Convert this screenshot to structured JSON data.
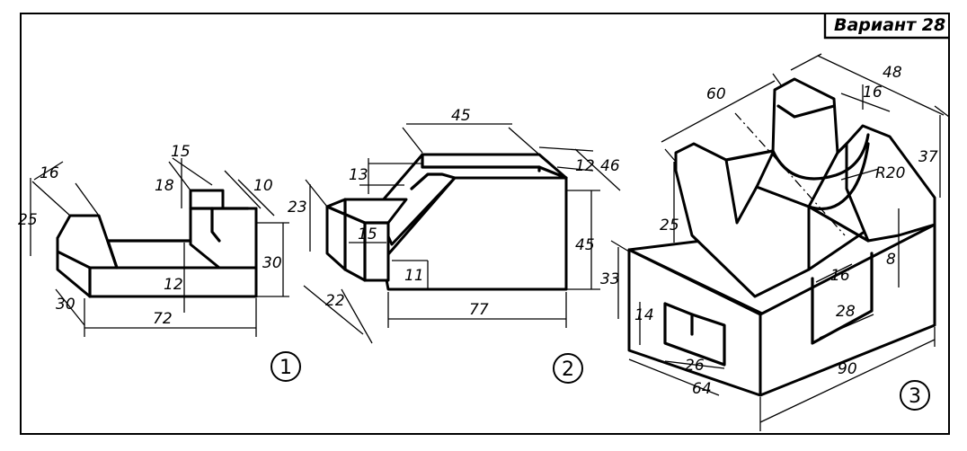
{
  "variant_label": "Вариант 28",
  "figures": [
    {
      "number": "1",
      "dimensions": {
        "d16": "16",
        "d15": "15",
        "d18": "18",
        "d10": "10",
        "d25": "25",
        "d30v": "30",
        "d12": "12",
        "d30d": "30",
        "d72": "72"
      }
    },
    {
      "number": "2",
      "dimensions": {
        "d45t": "45",
        "d13": "13",
        "d12": "12",
        "d46": "46",
        "d23": "23",
        "d15": "15",
        "d45r": "45",
        "d11": "11",
        "d22": "22",
        "d77": "77"
      }
    },
    {
      "number": "3",
      "dimensions": {
        "d60": "60",
        "d48": "48",
        "d16t": "16",
        "d37": "37",
        "dR20": "R20",
        "d25": "25",
        "d33": "33",
        "d8": "8",
        "d16b": "16",
        "d28": "28",
        "d14": "14",
        "d26": "26",
        "d64": "64",
        "d90": "90"
      }
    }
  ]
}
